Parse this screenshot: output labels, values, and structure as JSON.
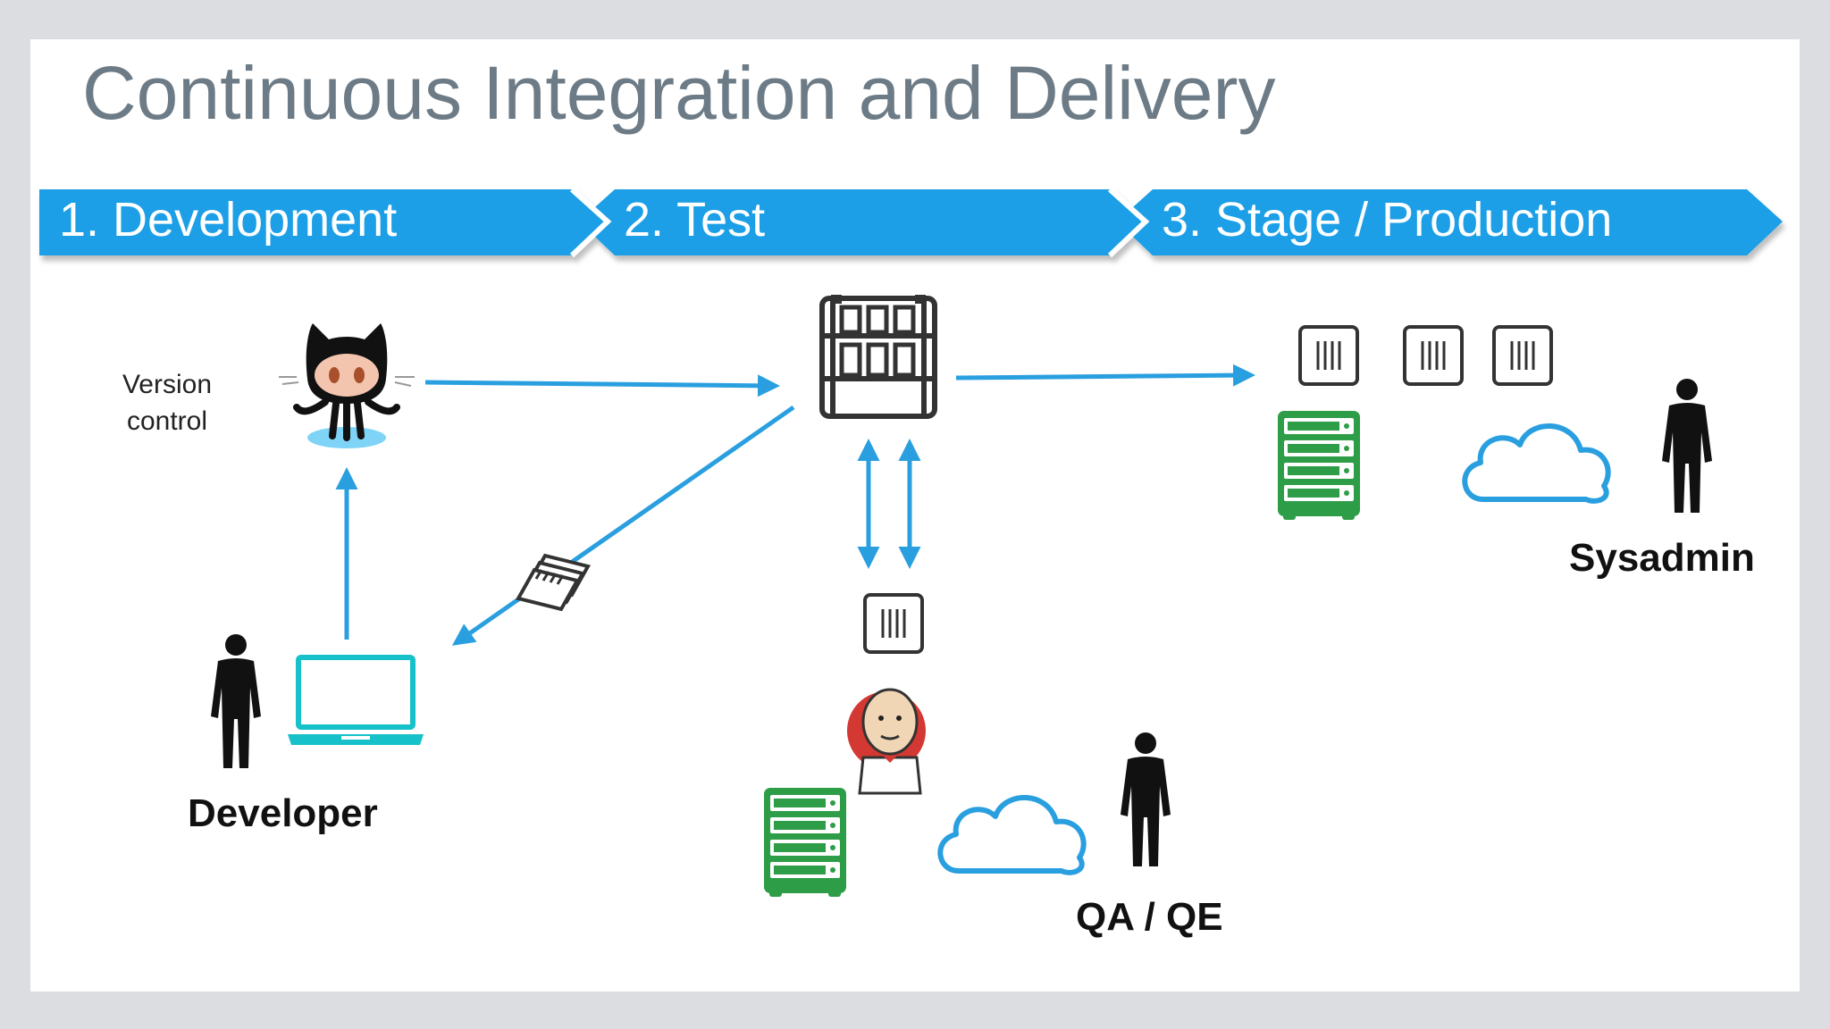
{
  "title": "Continuous Integration and Delivery",
  "stages": [
    {
      "label": "1. Development"
    },
    {
      "label": "2. Test"
    },
    {
      "label": "3. Stage / Production"
    }
  ],
  "nodes": {
    "version_control": [
      "Version",
      "control"
    ],
    "developer": "Developer",
    "qa": "QA / QE",
    "sysadmin": "Sysadmin"
  },
  "colors": {
    "stage_bar": "#1e9fe6",
    "arrow": "#2a9fe0",
    "server": "#2e9d48",
    "cloud": "#2a9fe0",
    "laptop": "#16c1c9",
    "title": "#6c7b86"
  }
}
